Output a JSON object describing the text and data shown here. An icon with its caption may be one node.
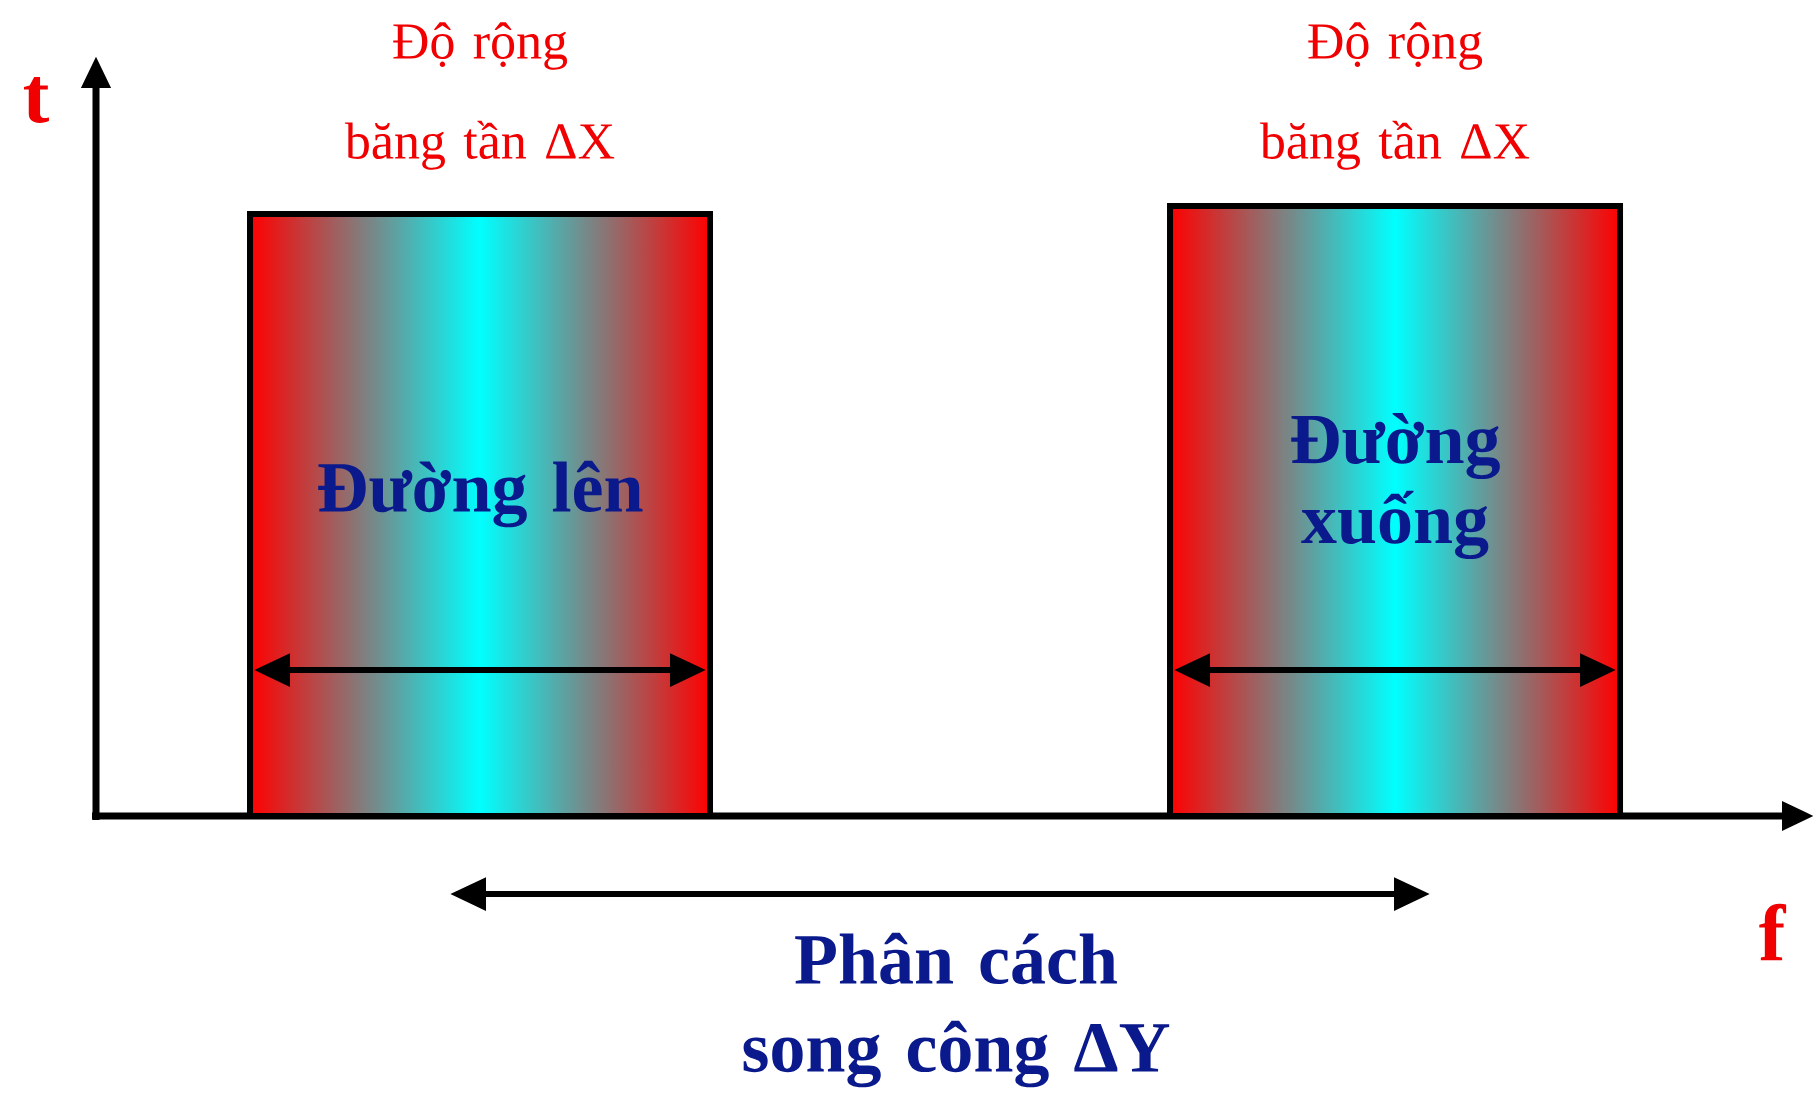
{
  "diagram": {
    "nodes": [
      {
        "text": [
          "Đường lên"
        ],
        "beside": [
          "Độ rộng băng tần ΔX"
        ]
      },
      {
        "text": [
          "Đường xuống"
        ],
        "beside": [
          "Độ rộng băng tần ΔX"
        ]
      }
    ],
    "labels": [
      "t",
      "f",
      "Phân cách song công ΔY"
    ]
  }
}
